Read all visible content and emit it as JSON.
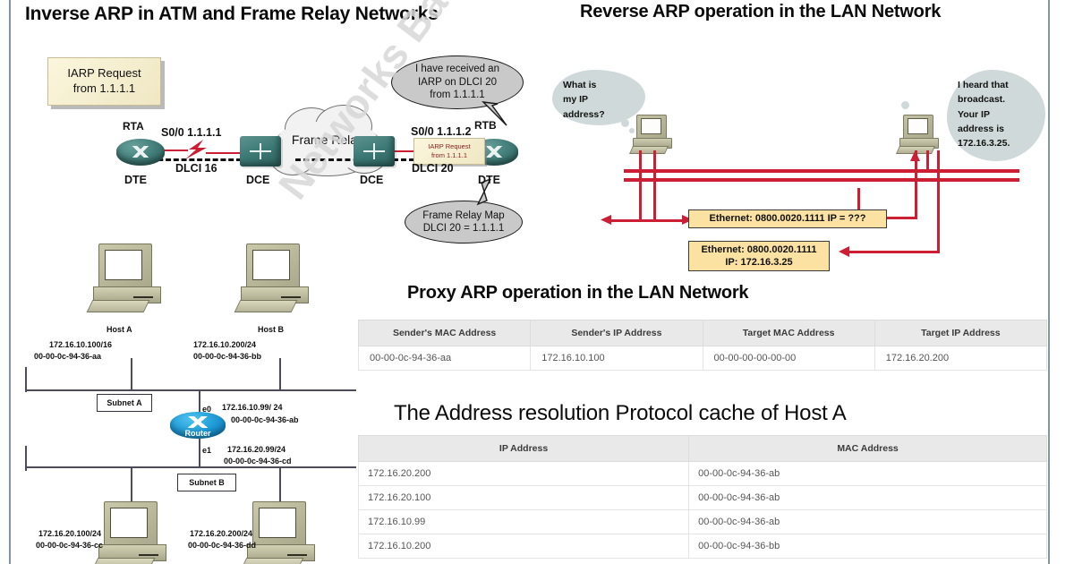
{
  "watermark": "Networks Baseline Project",
  "titles": {
    "inverse_arp": "Inverse ARP in ATM and Frame Relay Networks",
    "reverse_arp": "Reverse ARP operation in the LAN Network",
    "proxy_arp": "Proxy ARP operation in the LAN Network",
    "arp_cache": "The Address resolution Protocol cache of Host A"
  },
  "inverse_arp_diagram": {
    "iarp_request_note": "IARP Request\nfrom 1.1.1.1",
    "iarp_inline_note": "IARP Request\nfrom 1.1.1.1",
    "rtb_bubble": "I have received an\nIARP on DLCI 20\nfrom 1.1.1.1",
    "map_bubble": "Frame Relay Map\nDLCI 20 = 1.1.1.1",
    "cloud_label": "Frame Relay",
    "rta_label": "RTA",
    "rtb_label": "RTB",
    "rta_serial": "S0/0 1.1.1.1",
    "rtb_serial": "S0/0 1.1.1.2",
    "dlci_left": "DLCI 16",
    "dlci_right": "DLCI 20",
    "dte_left": "DTE",
    "dce_left": "DCE",
    "dce_right": "DCE",
    "dte_right": "DTE"
  },
  "reverse_arp_diagram": {
    "left_thought": "What is\nmy IP\naddress?",
    "right_thought": "I heard that\nbroadcast.\nYour IP\naddress is\n172.16.3.25.",
    "request_frame": "Ethernet: 0800.0020.1111 IP = ???",
    "reply_frame": "Ethernet: 0800.0020.1111\nIP: 172.16.3.25"
  },
  "lan_diagram": {
    "host_a_label": "Host A",
    "host_b_label": "Host B",
    "host_a_ip": "172.16.10.100/16",
    "host_a_mac": "00-00-0c-94-36-aa",
    "host_b_ip": "172.16.10.200/24",
    "host_b_mac": "00-00-0c-94-36-bb",
    "subnet_a": "Subnet A",
    "subnet_b": "Subnet B",
    "router_label": "Router",
    "e0_name": "e0",
    "e0_ip": "172.16.10.99/ 24",
    "e0_mac": "00-00-0c-94-36-ab",
    "e1_name": "e1",
    "e1_ip": "172.16.20.99/24",
    "e1_mac": "00-00-0c-94-36-cd",
    "host_c_ip": "172.16.20.100/24",
    "host_c_mac": "00-00-0c-94-36-cc",
    "host_d_ip": "172.16.20.200/24",
    "host_d_mac": "00-00-0c-94-36-dd"
  },
  "proxy_arp_table": {
    "headers": [
      "Sender's MAC Address",
      "Sender's IP Address",
      "Target MAC Address",
      "Target IP Address"
    ],
    "rows": [
      [
        "00-00-0c-94-36-aa",
        "172.16.10.100",
        "00-00-00-00-00-00",
        "172.16.20.200"
      ]
    ]
  },
  "arp_cache_table": {
    "headers": [
      "IP Address",
      "MAC Address"
    ],
    "rows": [
      [
        "172.16.20.200",
        "00-00-0c-94-36-ab"
      ],
      [
        "172.16.20.100",
        "00-00-0c-94-36-ab"
      ],
      [
        "172.16.10.99",
        "00-00-0c-94-36-ab"
      ],
      [
        "172.16.10.200",
        "00-00-0c-94-36-bb"
      ]
    ]
  },
  "colors": {
    "accent_red": "#cc1f33",
    "frame_note": "#fbe2a2",
    "bubble_gray": "#c9c9c9",
    "thought_blue": "#cfd9d9",
    "border_rule": "#8193b2"
  }
}
